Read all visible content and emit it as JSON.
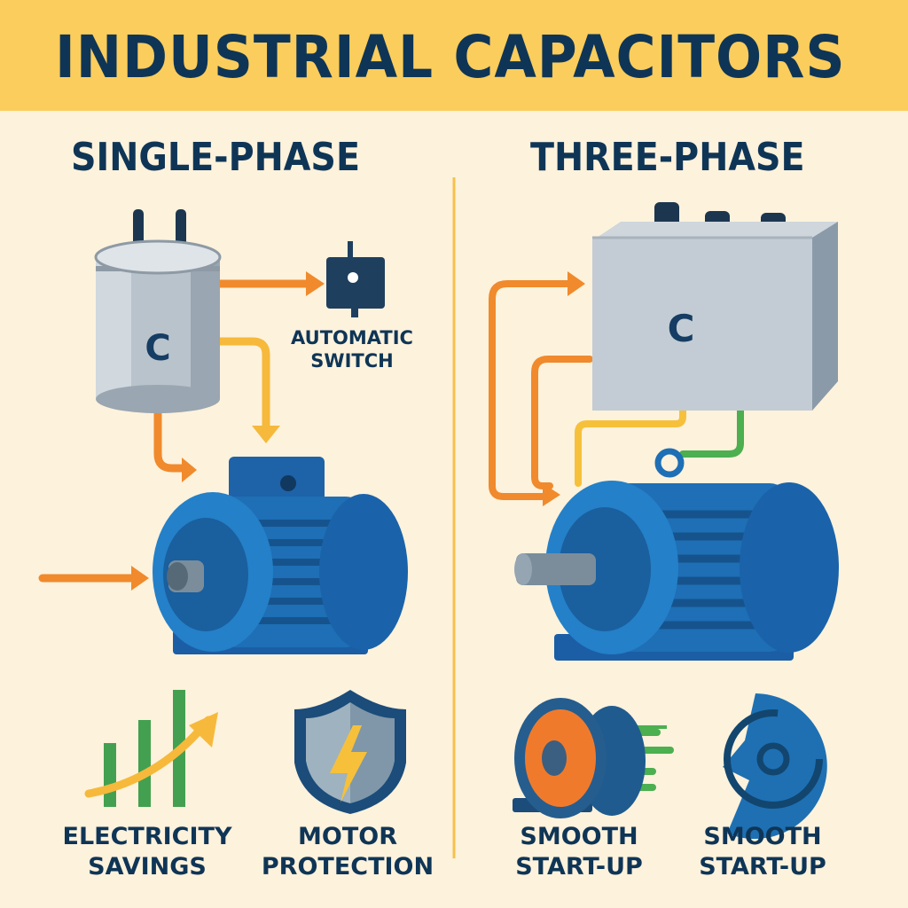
{
  "title": "INDUSTRIAL CAPACITORS",
  "sections": {
    "single": {
      "heading": "SINGLE-PHASE",
      "capacitor_letter": "C",
      "switch_label_line1": "AUTOMATIC",
      "switch_label_line2": "SWITCH",
      "benefits": [
        {
          "line1": "ELECTRICITY",
          "line2": "SAVINGS",
          "icon": "bar-chart-growth-icon"
        },
        {
          "line1": "MOTOR",
          "line2": "PROTECTION",
          "icon": "shield-lightning-icon"
        }
      ]
    },
    "three": {
      "heading": "THREE-PHASE",
      "capacitor_letter": "C",
      "benefits": [
        {
          "line1": "SMOOTH",
          "line2": "START-UP",
          "icon": "motor-icon"
        },
        {
          "line1": "SMOOTH",
          "line2": "START-UP",
          "icon": "spiral-disc-icon"
        }
      ]
    }
  },
  "colors": {
    "header": "#fbcd5c",
    "background": "#fdf2dc",
    "text": "#0f3556",
    "motor_blue": "#1e6fb5",
    "orange": "#f08a2c",
    "yellow": "#f6b93b",
    "green": "#4caf50"
  }
}
